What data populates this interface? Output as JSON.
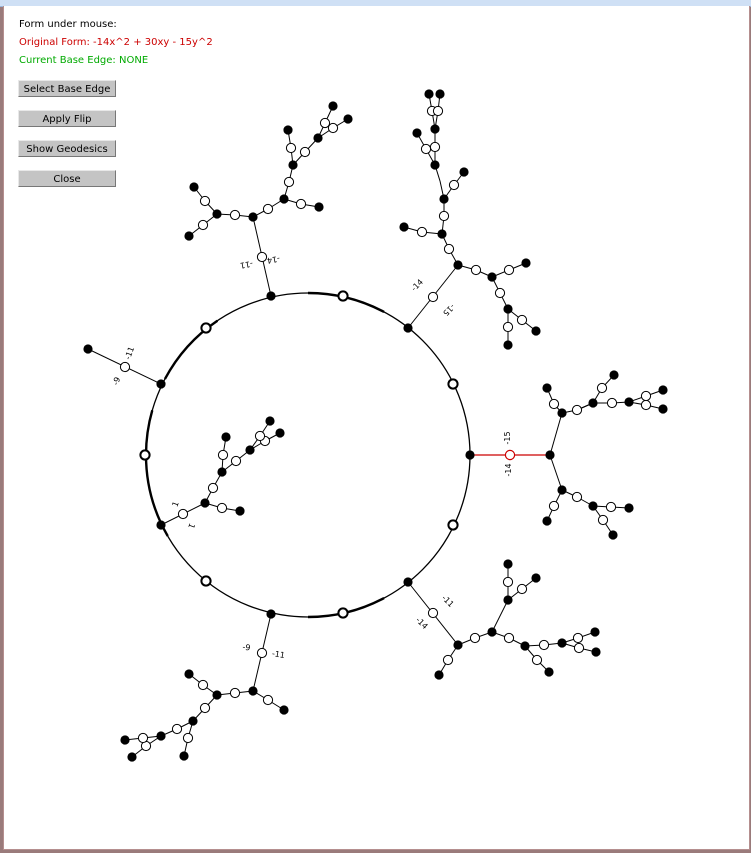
{
  "info": {
    "mouse_label": "Form under mouse:",
    "original_form": "Original Form: -14x^2 + 30xy - 15y^2",
    "base_edge": "Current Base Edge: NONE"
  },
  "colors": {
    "original_form": "#cc0000",
    "base_edge": "#00aa00",
    "selected_edge": "#cc0000",
    "button_bg": "#c4c4c4"
  },
  "buttons": [
    {
      "label": "Select Base Edge"
    },
    {
      "label": "Apply Flip"
    },
    {
      "label": "Show Geodesics"
    },
    {
      "label": "Close"
    }
  ],
  "edge_labels": [
    {
      "a": "-15",
      "b": "-14"
    },
    {
      "a": "-14",
      "b": "-15"
    },
    {
      "a": "-14",
      "b": "-11"
    },
    {
      "a": "-11",
      "b": "-9"
    },
    {
      "a": "1",
      "b": "1"
    },
    {
      "a": "-9",
      "b": "-11"
    },
    {
      "a": "-11",
      "b": "-14"
    }
  ]
}
